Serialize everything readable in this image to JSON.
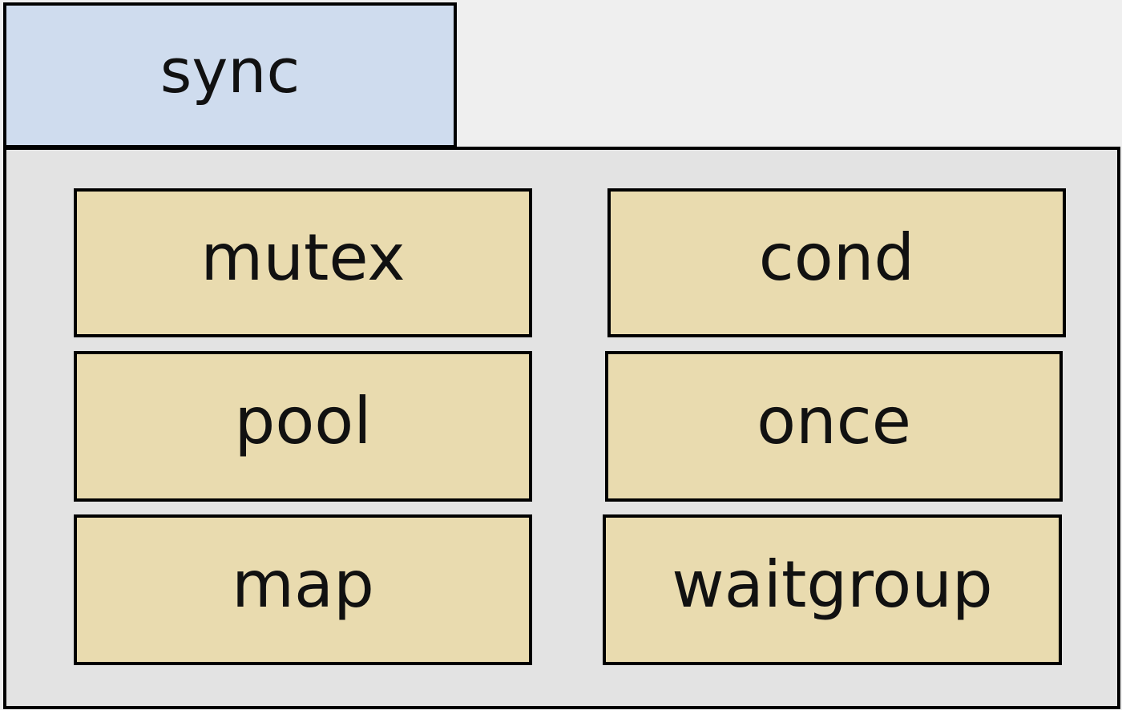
{
  "package": {
    "name": "sync",
    "colors": {
      "tab_fill": "#cfdcee",
      "body_fill": "#e3e3e3",
      "item_fill": "#e9dbaf",
      "border": "#000000",
      "background": "#efefef"
    }
  },
  "items": {
    "mutex": "mutex",
    "cond": "cond",
    "pool": "pool",
    "once": "once",
    "map": "map",
    "waitgroup": "waitgroup"
  }
}
